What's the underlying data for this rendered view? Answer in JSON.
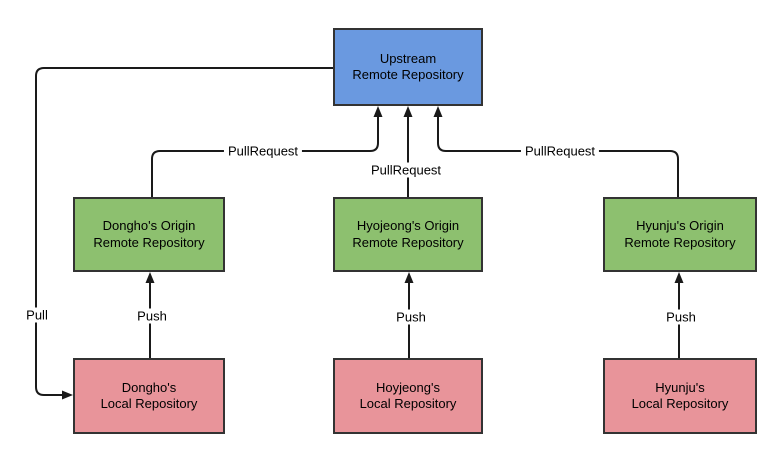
{
  "colors": {
    "upstream_fill": "#6A99E0",
    "origin_fill": "#8DC06F",
    "local_fill": "#E8949A",
    "node_border": "#333333",
    "connector": "#1A1A1A",
    "background": "#FFFFFF",
    "text": "#000000"
  },
  "nodes": {
    "upstream": {
      "label": "Upstream\nRemote Repository"
    },
    "dongho_origin": {
      "label": "Dongho's Origin\nRemote Repository"
    },
    "hyojeong_origin": {
      "label": "Hyojeong's Origin\nRemote Repository"
    },
    "hyunju_origin": {
      "label": "Hyunju's Origin\nRemote Repository"
    },
    "dongho_local": {
      "label": "Dongho's\nLocal Repository"
    },
    "hoyjeong_local": {
      "label": "Hoyjeong's\nLocal Repository"
    },
    "hyunju_local": {
      "label": "Hyunju's\nLocal Repository"
    }
  },
  "edges": {
    "pull": {
      "label": "Pull",
      "from": "upstream",
      "to": "dongho_local"
    },
    "push_dongho": {
      "label": "Push",
      "from": "dongho_local",
      "to": "dongho_origin"
    },
    "push_hyojeong": {
      "label": "Push",
      "from": "hoyjeong_local",
      "to": "hyojeong_origin"
    },
    "push_hyunju": {
      "label": "Push",
      "from": "hyunju_local",
      "to": "hyunju_origin"
    },
    "pullrequest_dongho": {
      "label": "PullRequest",
      "from": "dongho_origin",
      "to": "upstream"
    },
    "pullrequest_hyojeong": {
      "label": "PullRequest",
      "from": "hyojeong_origin",
      "to": "upstream"
    },
    "pullrequest_hyunju": {
      "label": "PullRequest",
      "from": "hyunju_origin",
      "to": "upstream"
    }
  }
}
